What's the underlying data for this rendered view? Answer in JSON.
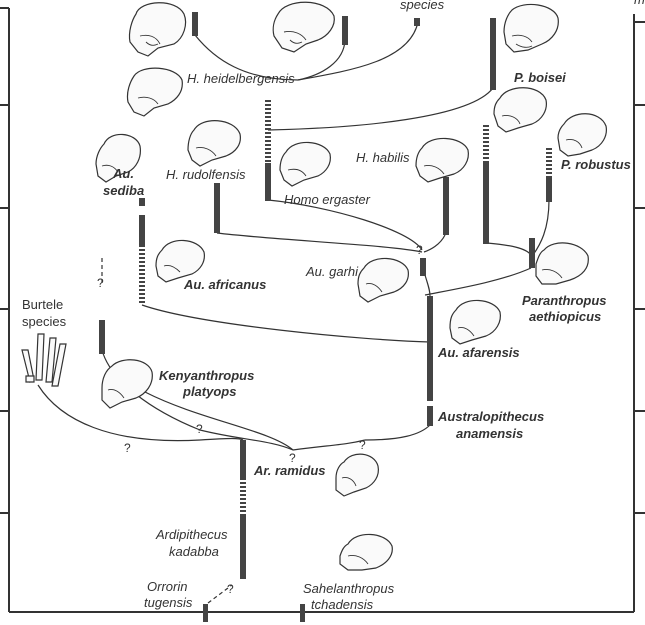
{
  "labels": {
    "species_top": "species",
    "top_right_letter": "m",
    "h_heidelbergensis": "H. heidelbergensis",
    "p_boisei": "P. boisei",
    "au_sediba_1": "Au.",
    "au_sediba_2": "sediba",
    "h_rudolfensis": "H. rudolfensis",
    "h_habilis": "H. habilis",
    "p_robustus": "P. robustus",
    "homo_ergaster": "Homo ergaster",
    "au_africanus": "Au. africanus",
    "au_garhi": "Au. garhi",
    "paranthropus_1": "Paranthropus",
    "paranthropus_2": "aethiopicus",
    "burtele_1": "Burtele",
    "burtele_2": "species",
    "au_afarensis": "Au. afarensis",
    "kenyanthropus_1": "Kenyanthropus",
    "kenyanthropus_2": "platyops",
    "australopithecus_1": "Australopithecus",
    "australopithecus_2": "anamensis",
    "ar_ramidus": "Ar. ramidus",
    "ardipithecus_1": "Ardipithecus",
    "ardipithecus_2": "kadabba",
    "orrorin_1": "Orrorin",
    "orrorin_2": "tugensis",
    "sahelanthropus_1": "Sahelanthropus",
    "sahelanthropus_2": "tchadensis"
  },
  "question_mark": "?"
}
